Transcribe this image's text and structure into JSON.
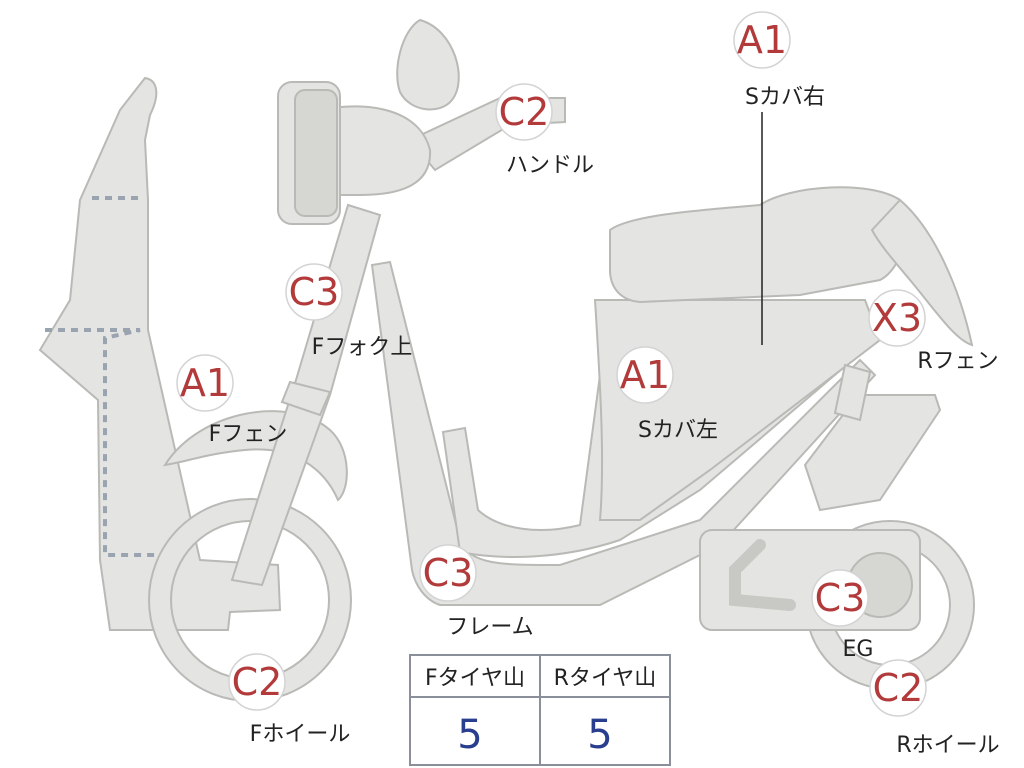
{
  "callouts": [
    {
      "id": "s-cover-right",
      "grade": "A1",
      "label": "Sカバ右"
    },
    {
      "id": "handle",
      "grade": "C2",
      "label": "ハンドル"
    },
    {
      "id": "front-fork-upper",
      "grade": "C3",
      "label": "Fフォク上"
    },
    {
      "id": "front-fender",
      "grade": "A1",
      "label": "Fフェン"
    },
    {
      "id": "s-cover-left",
      "grade": "A1",
      "label": "Sカバ左"
    },
    {
      "id": "rear-fender",
      "grade": "X3",
      "label": "Rフェン"
    },
    {
      "id": "frame",
      "grade": "C3",
      "label": "フレーム"
    },
    {
      "id": "front-wheel",
      "grade": "C2",
      "label": "Fホイール"
    },
    {
      "id": "engine",
      "grade": "C3",
      "label": "EG"
    },
    {
      "id": "rear-wheel",
      "grade": "C2",
      "label": "Rホイール"
    }
  ],
  "tire_table": {
    "front_header": "Fタイヤ山",
    "rear_header": "Rタイヤ山",
    "front_value": "5",
    "rear_value": "5"
  },
  "colors": {
    "grade_text": "#b23a3a",
    "body_fill": "#e4e4e2",
    "table_value": "#2a3e8f"
  }
}
